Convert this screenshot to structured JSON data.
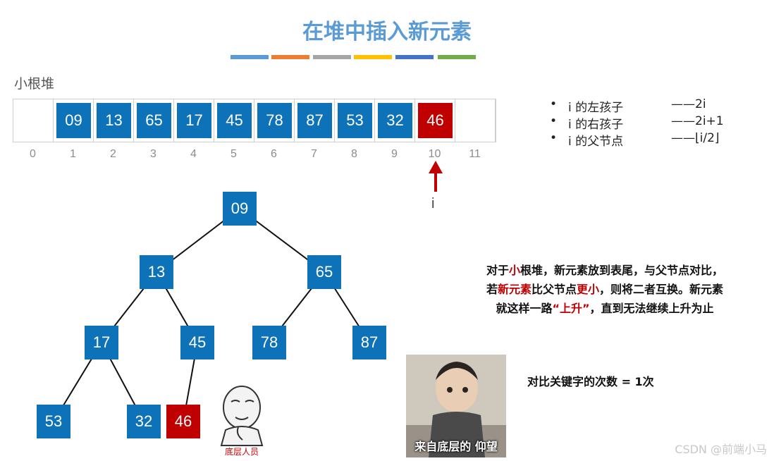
{
  "title": "在堆中插入新元素",
  "colors": {
    "node_blue": "#0e72b8",
    "node_red": "#c00000",
    "arrow_red": "#c00000",
    "stripes": [
      "#5b9bd5",
      "#ed7d31",
      "#a5a5a5",
      "#ffc000",
      "#4472c4",
      "#70ad47"
    ]
  },
  "heap_label": "小根堆",
  "array": {
    "values": [
      "",
      "09",
      "13",
      "65",
      "17",
      "45",
      "78",
      "87",
      "53",
      "32",
      "46",
      ""
    ],
    "indices": [
      "0",
      "1",
      "2",
      "3",
      "4",
      "5",
      "6",
      "7",
      "8",
      "9",
      "10",
      "11"
    ],
    "highlight_index": 10
  },
  "arrow_label": "i",
  "bullets": [
    {
      "text": "i 的左孩子",
      "formula": "——2i"
    },
    {
      "text": "i 的右孩子",
      "formula": "——2i+1"
    },
    {
      "text": "i 的父节点",
      "formula": "——⌊i/2⌋"
    }
  ],
  "tree": {
    "nodes": [
      "09",
      "13",
      "65",
      "17",
      "45",
      "78",
      "87",
      "53",
      "32",
      "46"
    ],
    "highlight_node": 9
  },
  "description": {
    "line1": {
      "a": "对于",
      "b": "小",
      "c": "根堆，新元素放到表尾，与父节点对比，"
    },
    "line2": {
      "a": "若",
      "b": "新元素",
      "c": "比父节点",
      "d": "更小",
      "e": "，则将二者互换。新元素"
    },
    "line3": {
      "a": "就这样一路",
      "b": "“上升”",
      "c": "，直到无法继续上升为止"
    }
  },
  "compare_text": "对比关键字的次数 = 1次",
  "meme1_caption": "底层人员",
  "meme2_caption": "来自底层的 仰望",
  "watermark": "CSDN @前端小马"
}
